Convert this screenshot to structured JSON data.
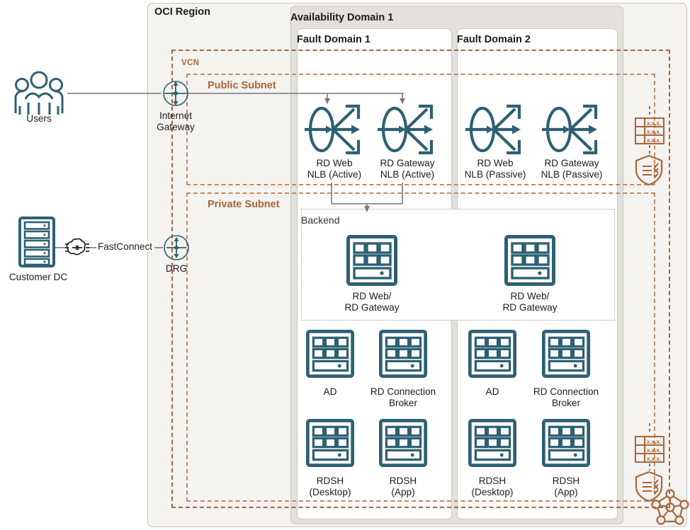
{
  "diagram": {
    "title": "OCI Region",
    "region_label": "OCI Region",
    "availability_domain": "Availability Domain 1",
    "fault_domain_1": "Fault Domain 1",
    "fault_domain_2": "Fault Domain 2",
    "vcn_label": "VCN",
    "public_subnet_label": "Public Subnet",
    "private_subnet_label": "Private Subnet",
    "backend_label": "Backend"
  },
  "external": {
    "users_label": "Users",
    "customer_dc_label": "Customer DC",
    "fastconnect_label": "FastConnect"
  },
  "gateways": {
    "internet_gateway_line1": "Internet",
    "internet_gateway_line2": "Gateway",
    "drg_label": "DRG"
  },
  "load_balancers": [
    {
      "line1": "RD Web",
      "line2": "NLB (Active)",
      "fault_domain": "Fault Domain 1"
    },
    {
      "line1": "RD Gateway",
      "line2": "NLB (Active)",
      "fault_domain": "Fault Domain 1"
    },
    {
      "line1": "RD Web",
      "line2": "NLB (Passive)",
      "fault_domain": "Fault Domain 2"
    },
    {
      "line1": "RD Gateway",
      "line2": "NLB (Passive)",
      "fault_domain": "Fault Domain 2"
    }
  ],
  "backend_instances": [
    {
      "line1": "RD Web/",
      "line2": "RD Gateway",
      "fault_domain": "Fault Domain 1"
    },
    {
      "line1": "RD Web/",
      "line2": "RD Gateway",
      "fault_domain": "Fault Domain 2"
    }
  ],
  "compute_row_1": [
    {
      "line1": "AD",
      "line2": "",
      "fault_domain": "Fault Domain 1"
    },
    {
      "line1": "RD Connection",
      "line2": "Broker",
      "fault_domain": "Fault Domain 1"
    },
    {
      "line1": "AD",
      "line2": "",
      "fault_domain": "Fault Domain 2"
    },
    {
      "line1": "RD Connection",
      "line2": "Broker",
      "fault_domain": "Fault Domain 2"
    }
  ],
  "compute_row_2": [
    {
      "line1": "RDSH",
      "line2": "(Desktop)",
      "fault_domain": "Fault Domain 1"
    },
    {
      "line1": "RDSH",
      "line2": "(App)",
      "fault_domain": "Fault Domain 1"
    },
    {
      "line1": "RDSH",
      "line2": "(Desktop)",
      "fault_domain": "Fault Domain 2"
    },
    {
      "line1": "RDSH",
      "line2": "(App)",
      "fault_domain": "Fault Domain 2"
    }
  ],
  "route_tables": {
    "cell_text": "x.x.x.",
    "rows": 3
  },
  "colors": {
    "teal": "#2e6073",
    "rust": "#a8663b",
    "rust_light": "#c08a62",
    "region_bg": "#f5f3f0",
    "ad_bg": "#e4e0db",
    "fd_bg": "#ffffff",
    "gray_line": "#777777"
  },
  "icons": {
    "users": "users-icon",
    "customer_dc": "server-rack-icon",
    "fastconnect": "fastconnect-cloud-icon",
    "internet_gateway": "internet-gateway-icon",
    "drg": "dynamic-routing-gateway-icon",
    "load_balancer": "network-load-balancer-icon",
    "compute": "compute-instance-icon",
    "route_table": "route-table-icon",
    "security_list": "security-list-shield-icon",
    "service_gateway": "service-gateway-nodes-icon"
  }
}
